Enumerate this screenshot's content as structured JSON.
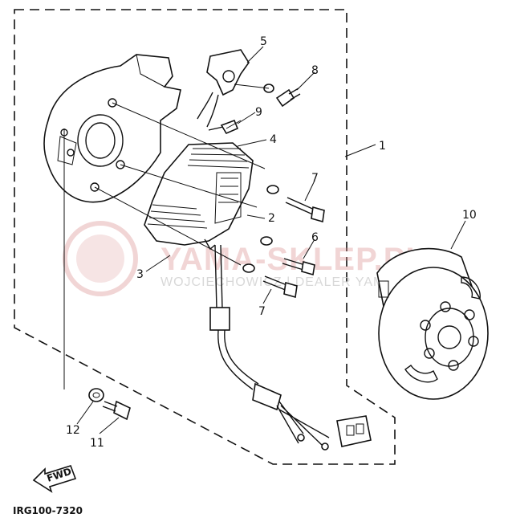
{
  "diagram": {
    "code": "IRG100-7320",
    "fwd_label": "FWD",
    "callouts": [
      {
        "id": "c1",
        "label": "1"
      },
      {
        "id": "c2",
        "label": "2"
      },
      {
        "id": "c3",
        "label": "3"
      },
      {
        "id": "c4",
        "label": "4"
      },
      {
        "id": "c5",
        "label": "5"
      },
      {
        "id": "c6",
        "label": "6"
      },
      {
        "id": "c7a",
        "label": "7"
      },
      {
        "id": "c7b",
        "label": "7"
      },
      {
        "id": "c8",
        "label": "8"
      },
      {
        "id": "c9",
        "label": "9"
      },
      {
        "id": "c10",
        "label": "10"
      },
      {
        "id": "c11",
        "label": "11"
      },
      {
        "id": "c12",
        "label": "12"
      }
    ]
  },
  "watermark": {
    "main": "YAMA-SKLEP.PL",
    "sub": "WOJCIECHOWICZ | DEALER YAMAHA",
    "color": "#d98a8a"
  }
}
